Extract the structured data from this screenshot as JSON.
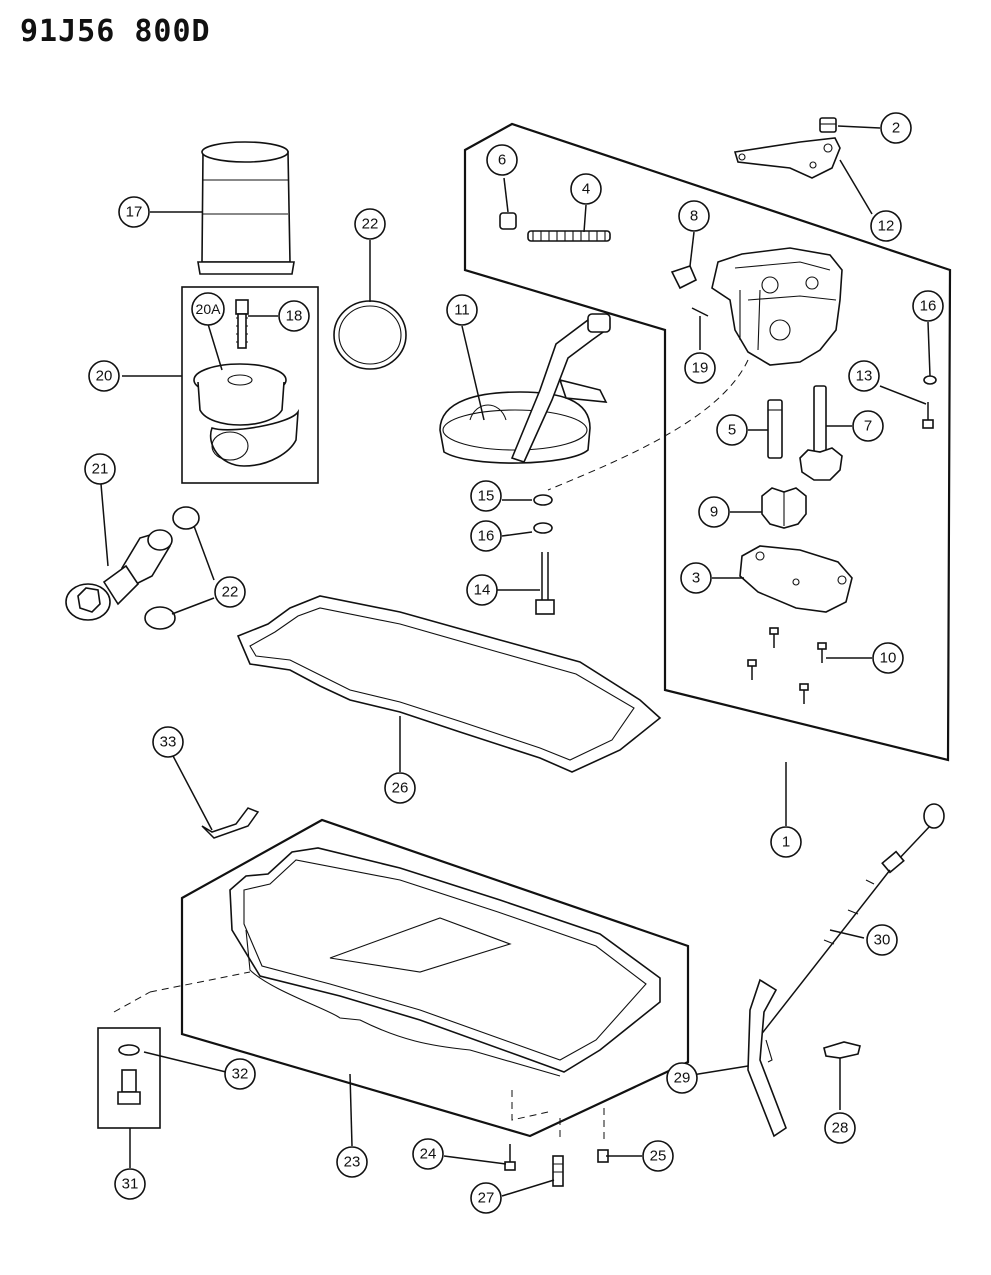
{
  "diagram_code": "91J56 800D",
  "callouts": [
    {
      "id": "c1",
      "label": "1"
    },
    {
      "id": "c2",
      "label": "2"
    },
    {
      "id": "c3",
      "label": "3"
    },
    {
      "id": "c4",
      "label": "4"
    },
    {
      "id": "c5",
      "label": "5"
    },
    {
      "id": "c6",
      "label": "6"
    },
    {
      "id": "c7",
      "label": "7"
    },
    {
      "id": "c8",
      "label": "8"
    },
    {
      "id": "c9",
      "label": "9"
    },
    {
      "id": "c10",
      "label": "10"
    },
    {
      "id": "c11",
      "label": "11"
    },
    {
      "id": "c12",
      "label": "12"
    },
    {
      "id": "c13",
      "label": "13"
    },
    {
      "id": "c14",
      "label": "14"
    },
    {
      "id": "c15",
      "label": "15"
    },
    {
      "id": "c16a",
      "label": "16"
    },
    {
      "id": "c16b",
      "label": "16"
    },
    {
      "id": "c17",
      "label": "17"
    },
    {
      "id": "c18",
      "label": "18"
    },
    {
      "id": "c19",
      "label": "19"
    },
    {
      "id": "c20",
      "label": "20"
    },
    {
      "id": "c20a",
      "label": "20A"
    },
    {
      "id": "c21",
      "label": "21"
    },
    {
      "id": "c22a",
      "label": "22"
    },
    {
      "id": "c22b",
      "label": "22"
    },
    {
      "id": "c23",
      "label": "23"
    },
    {
      "id": "c24",
      "label": "24"
    },
    {
      "id": "c25",
      "label": "25"
    },
    {
      "id": "c26",
      "label": "26"
    },
    {
      "id": "c27",
      "label": "27"
    },
    {
      "id": "c28",
      "label": "28"
    },
    {
      "id": "c29",
      "label": "29"
    },
    {
      "id": "c30",
      "label": "30"
    },
    {
      "id": "c31",
      "label": "31"
    },
    {
      "id": "c32",
      "label": "32"
    },
    {
      "id": "c33",
      "label": "33"
    }
  ]
}
